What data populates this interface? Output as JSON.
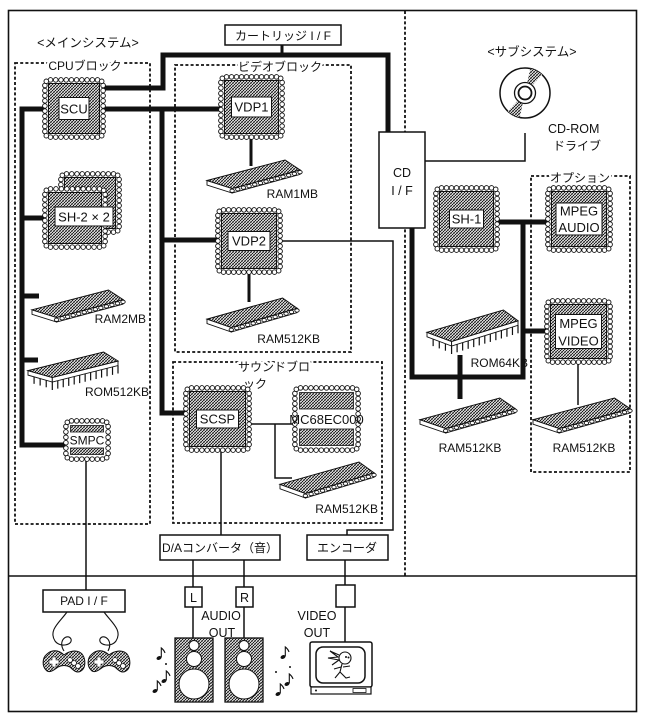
{
  "main_system": {
    "label": "<メインシステム>",
    "cartridge_if": "カートリッジ I / F",
    "cpu_block": {
      "label": "CPUブロック",
      "scu": "SCU",
      "sh2": "SH-2 × 2",
      "ram": "RAM2MB",
      "rom": "ROM512KB",
      "smpc": "SMPC"
    },
    "video_block": {
      "label": "ビデオブロック",
      "vdp1": "VDP1",
      "vdp1_ram": "RAM1MB",
      "vdp2": "VDP2",
      "vdp2_ram": "RAM512KB"
    },
    "sound_block": {
      "label": [
        "サウンドブロ",
        "ック"
      ],
      "scsp": "SCSP",
      "cpu": "MC68EC000",
      "ram": "RAM512KB"
    },
    "da_converter": "D/Aコンバータ（音）",
    "encoder": "エンコーダ"
  },
  "sub_system": {
    "label": "<サブシステム>",
    "cd_if": [
      "CD",
      "I / F"
    ],
    "cdrom_drive": [
      "CD-ROM",
      "ドライブ"
    ],
    "sh1": "SH-1",
    "rom": "ROM64KB",
    "ram": "RAM512KB",
    "option": {
      "label": "オプション",
      "mpeg_audio": [
        "MPEG",
        "AUDIO"
      ],
      "mpeg_video": [
        "MPEG",
        "VIDEO"
      ],
      "ram": "RAM512KB"
    }
  },
  "external_io": {
    "pad_if": "PAD I / F",
    "audio_channels": [
      "L",
      "R"
    ],
    "audio_out": [
      "AUDIO",
      "OUT"
    ],
    "video_out": [
      "VIDEO",
      "OUT"
    ]
  },
  "icons": {
    "chips": "qfp-chip",
    "memory": "memory-module",
    "cdrom_drive": "cd-disc",
    "controllers": "gamepad",
    "speakers": "speaker",
    "monitor": "tv",
    "notes": "music-note"
  }
}
